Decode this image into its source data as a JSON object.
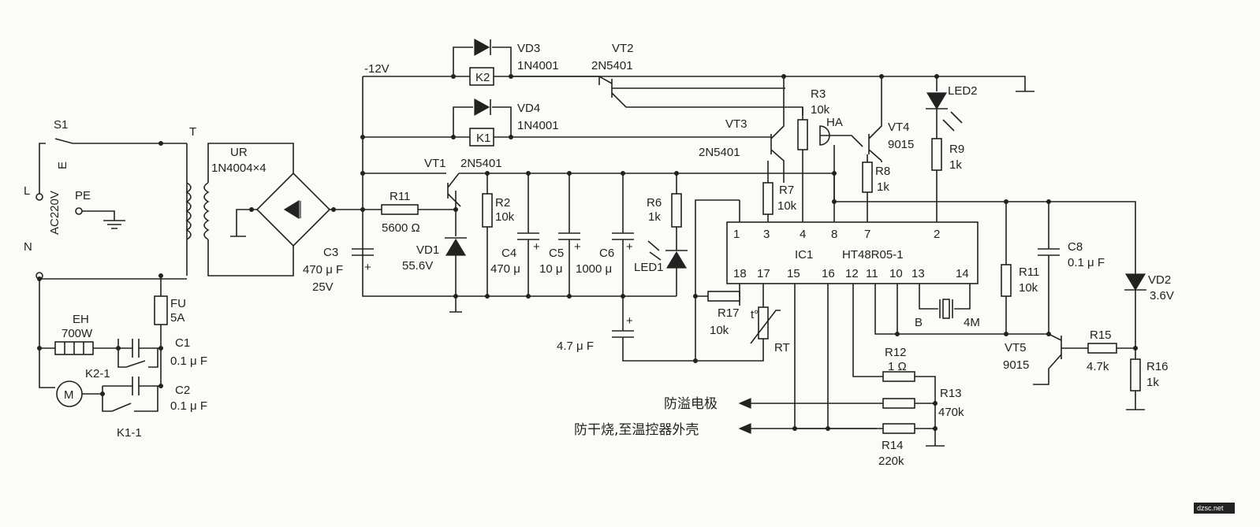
{
  "labels": {
    "s1": "S1",
    "l": "L",
    "n": "N",
    "pe": "PE",
    "ac": "AC220V",
    "e": "E",
    "t": "T",
    "ur_name": "UR",
    "ur_val": "1N4004×4",
    "minus12": "-12V",
    "vd3": "VD3",
    "vd3_val": "1N4001",
    "vd4": "VD4",
    "vd4_val": "1N4001",
    "k1": "K1",
    "k2": "K2",
    "vt2": "VT2",
    "vt2_val": "2N5401",
    "vt1": "VT1",
    "vt1_val": "2N5401",
    "vt3": "VT3",
    "vt3_val": "2N5401",
    "vt4": "VT4",
    "vt4_val": "9015",
    "vt5": "VT5",
    "vt5_val": "9015",
    "r3": "R3",
    "r3_val": "10k",
    "ha": "HA",
    "led2": "LED2",
    "r9": "R9",
    "r9_val": "1k",
    "r8": "R8",
    "r8_val": "1k",
    "r7": "R7",
    "r7_val": "10k",
    "r11": "R11",
    "r11_val": "5600 Ω",
    "r2": "R2",
    "r2_val": "10k",
    "r6": "R6",
    "r6_val": "1k",
    "led1": "LED1",
    "c3": "C3",
    "c3_val": "470 μ F",
    "c3_v": "25V",
    "vd1": "VD1",
    "vd1_val": "55.6V",
    "c4": "C4",
    "c4_val": "470 μ",
    "c5": "C5",
    "c5_val": "10 μ",
    "c6": "C6",
    "c6_val": "1000 μ",
    "c47": "4.7 μ F",
    "r17": "R17",
    "r17_val": "10k",
    "rt": "RT",
    "t_deg": "t°",
    "ic1": "IC1",
    "ic_name": "HT48R05-1",
    "c8": "C8",
    "c8_val": "0.1 μ F",
    "r11b": "R11",
    "r11b_val": "10k",
    "vd2": "VD2",
    "vd2_val": "3.6V",
    "r15": "R15",
    "r15_val": "4.7k",
    "r16": "R16",
    "r16_val": "1k",
    "b": "B",
    "xtal": "4M",
    "r12": "R12",
    "r12_val": "1 Ω",
    "r13": "R13",
    "r13_val": "470k",
    "r14": "R14",
    "r14_val": "220k",
    "eh": "EH",
    "eh_val": "700W",
    "fu": "FU",
    "fu_val": "5A",
    "c1": "C1",
    "c1_val": "0.1 μ F",
    "c2": "C2",
    "c2_val": "0.1 μ F",
    "k21": "K2-1",
    "k11": "K1-1",
    "m": "M",
    "overflow": "防溢电极",
    "dryburn": "防干烧,至温控器外壳",
    "watermark": "dzsc.net"
  },
  "ic_pins_top": [
    "1",
    "3",
    "4",
    "8",
    "7",
    "2"
  ],
  "ic_pins_bottom": [
    "18",
    "17",
    "15",
    "16",
    "12",
    "11",
    "10",
    "13",
    "14"
  ]
}
